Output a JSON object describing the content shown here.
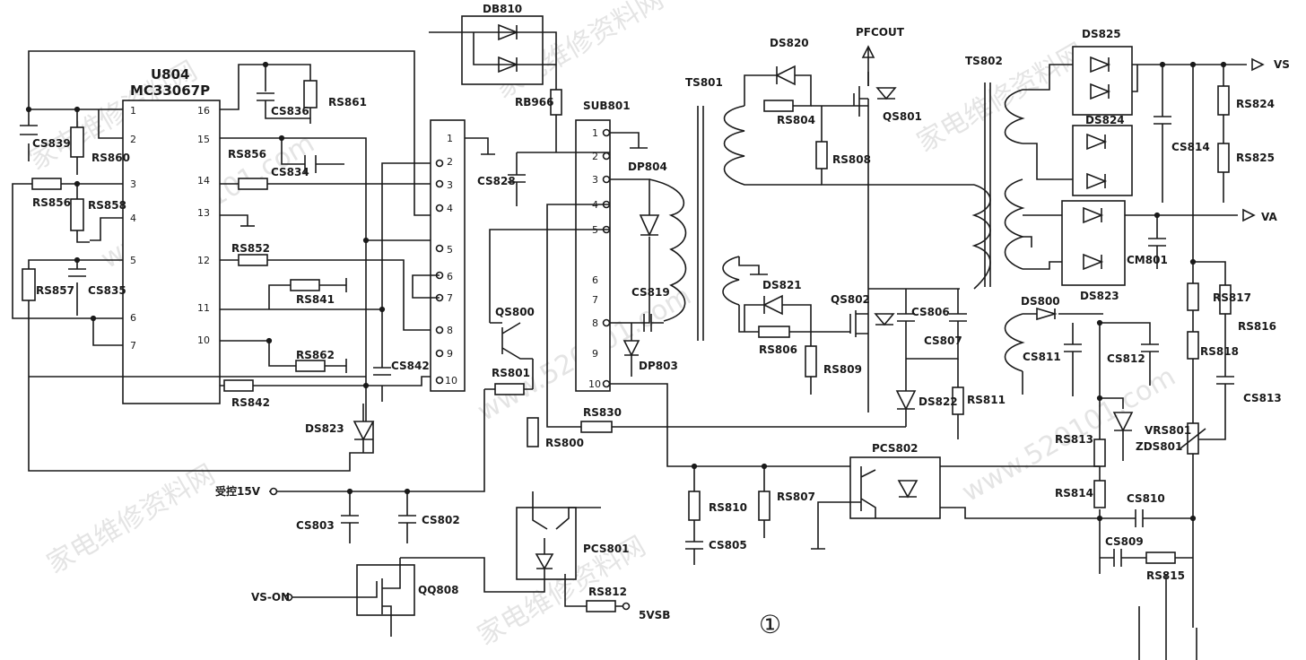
{
  "ic": {
    "ref": "U804",
    "part": "MC33067P"
  },
  "ic_pins_left": [
    "1",
    "2",
    "3",
    "4",
    "5",
    "6",
    "7"
  ],
  "ic_pins_right": [
    "16",
    "15",
    "14",
    "13",
    "12",
    "11",
    "10"
  ],
  "connector_pins": [
    "1",
    "2",
    "3",
    "4",
    "5",
    "6",
    "7",
    "8",
    "9",
    "10"
  ],
  "sub_board": {
    "ref": "SUB801",
    "pins": [
      "1",
      "2",
      "3",
      "4",
      "5",
      "6",
      "7",
      "8",
      "9",
      "10"
    ]
  },
  "nets": {
    "pfcout": "PFCOUT",
    "vs": "VS",
    "va": "VA",
    "vs_on": "VS-ON",
    "v5sb": "5VSB",
    "ctrl15v": "受控15V"
  },
  "labels": {
    "DB810": "DB810",
    "CS839": "CS839",
    "RS860": "RS860",
    "RS856": "RS856",
    "RS858": "RS858",
    "RS857": "RS857",
    "CS835": "CS835",
    "RS861": "RS861",
    "CS836": "CS836",
    "RS855": "RS856",
    "CS834": "CS834",
    "RS852": "RS852",
    "RS841": "RS841",
    "RS862": "RS862",
    "CS842": "CS842",
    "RS842": "RS842",
    "DS823L": "DS823",
    "RB966": "RB966",
    "CS828": "CS828",
    "DP804": "DP804",
    "CS819": "CS819",
    "DP803": "DP803",
    "QS800": "QS800",
    "RS801": "RS801",
    "RS830": "RS830",
    "RS800": "RS800",
    "TS801": "TS801",
    "DS820": "DS820",
    "RS804": "RS804",
    "RS808": "RS808",
    "QS801": "QS801",
    "DS821": "DS821",
    "RS806": "RS806",
    "RS809": "RS809",
    "QS802": "QS802",
    "CS806": "CS806",
    "CS807": "CS807",
    "DS822": "DS822",
    "RS811": "RS811",
    "TS802": "TS802",
    "DS825": "DS825",
    "DS824": "DS824",
    "DS823R": "DS823",
    "CS814": "CS814",
    "CM801": "CM801",
    "RS824": "RS824",
    "RS825": "RS825",
    "DS800": "DS800",
    "CS811": "CS811",
    "CS812": "CS812",
    "RS817": "RS817",
    "RS818": "RS818",
    "RS816": "RS816",
    "CS813": "CS813",
    "VRS801": "VRS801",
    "ZDS801": "ZDS801",
    "RS813": "RS813",
    "RS814": "RS814",
    "CS810": "CS810",
    "CS809": "CS809",
    "RS815": "RS815",
    "PCS802": "PCS802",
    "RS810": "RS810",
    "RS807": "RS807",
    "CS805": "CS805",
    "CS803": "CS803",
    "CS802": "CS802",
    "QQ808": "QQ808",
    "PCS801": "PCS801",
    "RS812": "RS812"
  },
  "page_mark": "①",
  "watermarks": [
    "家电维修资料网",
    "www.520101.com"
  ]
}
